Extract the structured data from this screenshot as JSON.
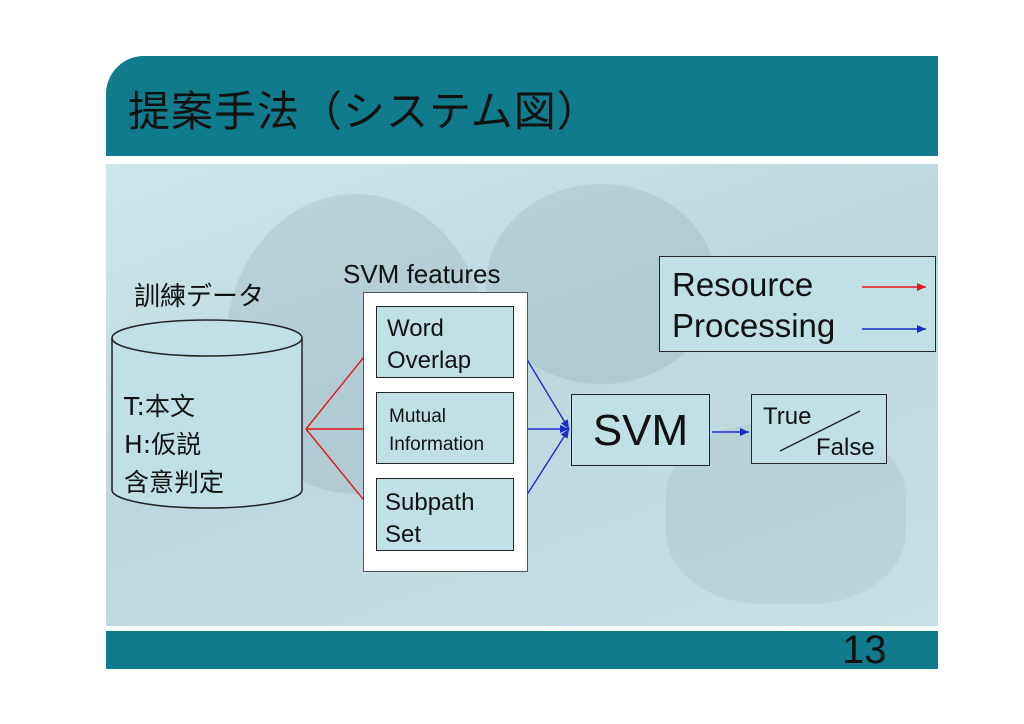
{
  "slide": {
    "title": "提案手法（システム図）",
    "page_number": "13"
  },
  "training_data": {
    "label": "訓練データ",
    "lines": [
      "T:本文",
      "H:仮説",
      "含意判定"
    ]
  },
  "features": {
    "label": "SVM features",
    "items": [
      {
        "lines": [
          "Word",
          "Overlap"
        ]
      },
      {
        "lines": [
          "Mutual",
          "Information"
        ]
      },
      {
        "lines": [
          "Subpath",
          "Set"
        ]
      }
    ]
  },
  "classifier": {
    "label": "SVM"
  },
  "result": {
    "true_label": "True",
    "false_label": "False"
  },
  "legend": {
    "items": [
      {
        "label": "Resource",
        "color": "#e8141e"
      },
      {
        "label": "Processing",
        "color": "#1a2cc8"
      }
    ]
  },
  "colors": {
    "header": "#117b8e",
    "box_fill": "#bfe1e6",
    "resource_arrow": "#e8141e",
    "processing_arrow": "#1a2cc8"
  }
}
